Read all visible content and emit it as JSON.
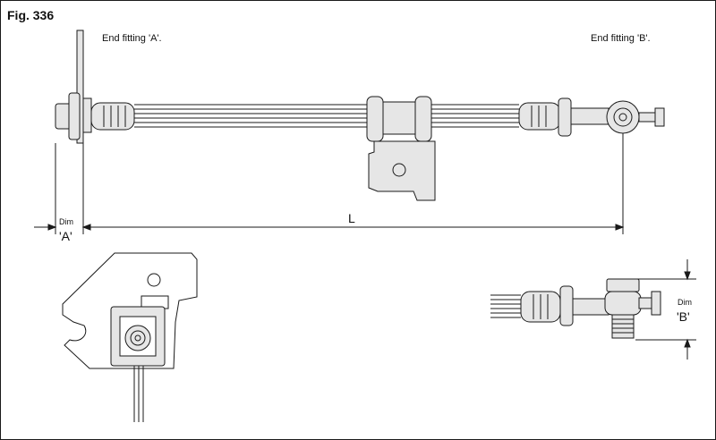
{
  "figure": {
    "label": "Fig. 336",
    "end_fitting_a": "End fitting 'A'.",
    "end_fitting_b": "End fitting 'B'.",
    "length_label": "L",
    "dim_a": {
      "small": "Dim",
      "big": "'A'"
    },
    "dim_b": {
      "small": "Dim",
      "big": "'B'"
    }
  },
  "colors": {
    "line": "#1a1a1a",
    "fill": "#e6e6e6",
    "dark_fill": "#bdbdbd"
  }
}
